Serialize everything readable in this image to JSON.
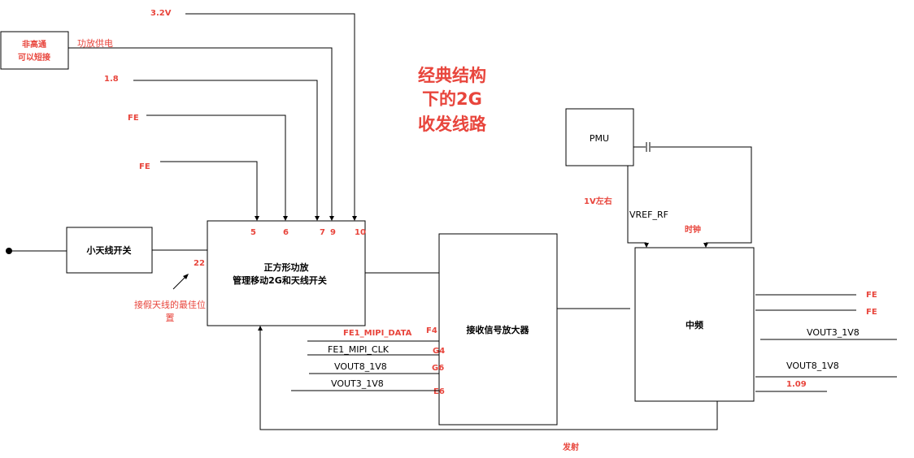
{
  "title": [
    "经典结构",
    "下的2G",
    "收发线路"
  ],
  "blocks": {
    "non_qualcomm": [
      "非高通",
      "可以短接"
    ],
    "antenna_switch": "小天线开关",
    "power_amp": [
      "正方形功放",
      "管理移动2G和天线开关"
    ],
    "receiver_amp": "接收信号放大器",
    "pmu": "PMU",
    "if_block": "中频"
  },
  "supply_labels": {
    "v32": "3.2V",
    "pa_supply": "功放供电",
    "v18": "1.8",
    "fe1": "FE",
    "fe2": "FE"
  },
  "pin_labels": {
    "p5": "5",
    "p6": "6",
    "p7": "7",
    "p9": "9",
    "p10": "10",
    "p22": "22",
    "f4": "F4",
    "g4": "G4",
    "g6": "G6",
    "e6": "E6"
  },
  "antenna_note": [
    "接假天线的最佳位",
    "置"
  ],
  "signals": {
    "fe1_mipi_data": "FE1_MIPI_DATA",
    "fe1_mipi_clk": "FE1_MIPI_CLK",
    "vout8_left": "VOUT8_1V8",
    "vout3_left": "VOUT3_1V8",
    "v1_approx": "1V左右",
    "vref_rf": "VREF_RF",
    "clock": "时钟",
    "fe_out1": "FE",
    "fe_out2": "FE",
    "vout3_right": "VOUT3_1V8",
    "vout8_right": "VOUT8_1V8",
    "v109": "1.09",
    "transmit": "发射"
  }
}
